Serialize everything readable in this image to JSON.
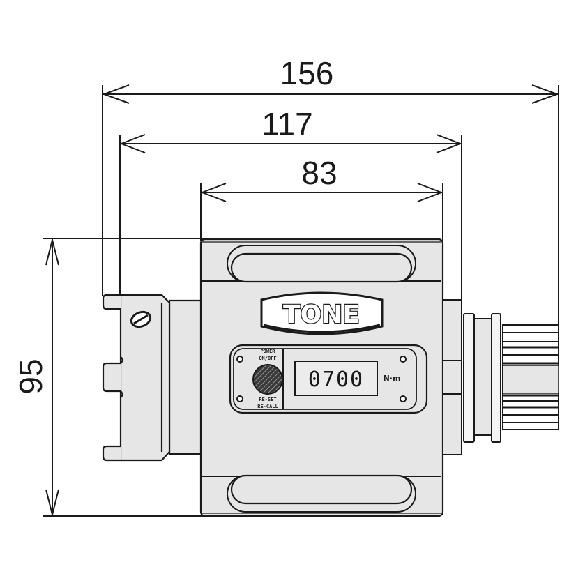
{
  "diagram": {
    "subject": "digital torque tester",
    "brand": "TONE",
    "display": {
      "reading": "0700",
      "unit": "N·m"
    },
    "button_labels": {
      "top_line1": "POWER",
      "top_line2": "ON/OFF",
      "bottom_line1": "RE-SET",
      "bottom_line2": "RE-CALL"
    },
    "dimensions": {
      "overall_length": "156",
      "socket_to_neck_length": "117",
      "body_width": "83",
      "body_height": "95"
    },
    "colors": {
      "line": "#1a1a1a",
      "fill": "#e6e6e6",
      "background": "#ffffff"
    }
  }
}
